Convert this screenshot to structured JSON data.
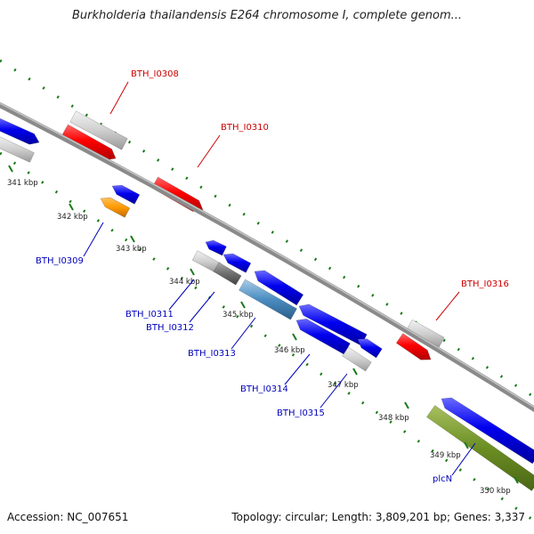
{
  "title": "Burkholderia thailandensis E264 chromosome I, complete genom...",
  "footer": {
    "accession": "Accession: NC_007651",
    "summary": "Topology: circular; Length: 3,809,201 bp; Genes: 3,337"
  },
  "colors": {
    "forward_label": "#cc0000",
    "reverse_label": "#0000bb",
    "tick": "#1a7a1a",
    "backbone": "#8a8a8a"
  },
  "ticks": [
    {
      "label": "341 kbp"
    },
    {
      "label": "342 kbp"
    },
    {
      "label": "343 kbp"
    },
    {
      "label": "344 kbp"
    },
    {
      "label": "345 kbp"
    },
    {
      "label": "346 kbp"
    },
    {
      "label": "347 kbp"
    },
    {
      "label": "348 kbp"
    },
    {
      "label": "349 kbp"
    },
    {
      "label": "350 kbp"
    }
  ],
  "gene_labels": [
    {
      "name": "BTH_I0308",
      "strand": "forward"
    },
    {
      "name": "BTH_I0310",
      "strand": "forward"
    },
    {
      "name": "BTH_I0316",
      "strand": "forward"
    },
    {
      "name": "BTH_I0309",
      "strand": "reverse"
    },
    {
      "name": "BTH_I0311",
      "strand": "reverse"
    },
    {
      "name": "BTH_I0312",
      "strand": "reverse"
    },
    {
      "name": "BTH_I0313",
      "strand": "reverse"
    },
    {
      "name": "BTH_I0314",
      "strand": "reverse"
    },
    {
      "name": "BTH_I0315",
      "strand": "reverse"
    },
    {
      "name": "plcN",
      "strand": "reverse"
    }
  ]
}
